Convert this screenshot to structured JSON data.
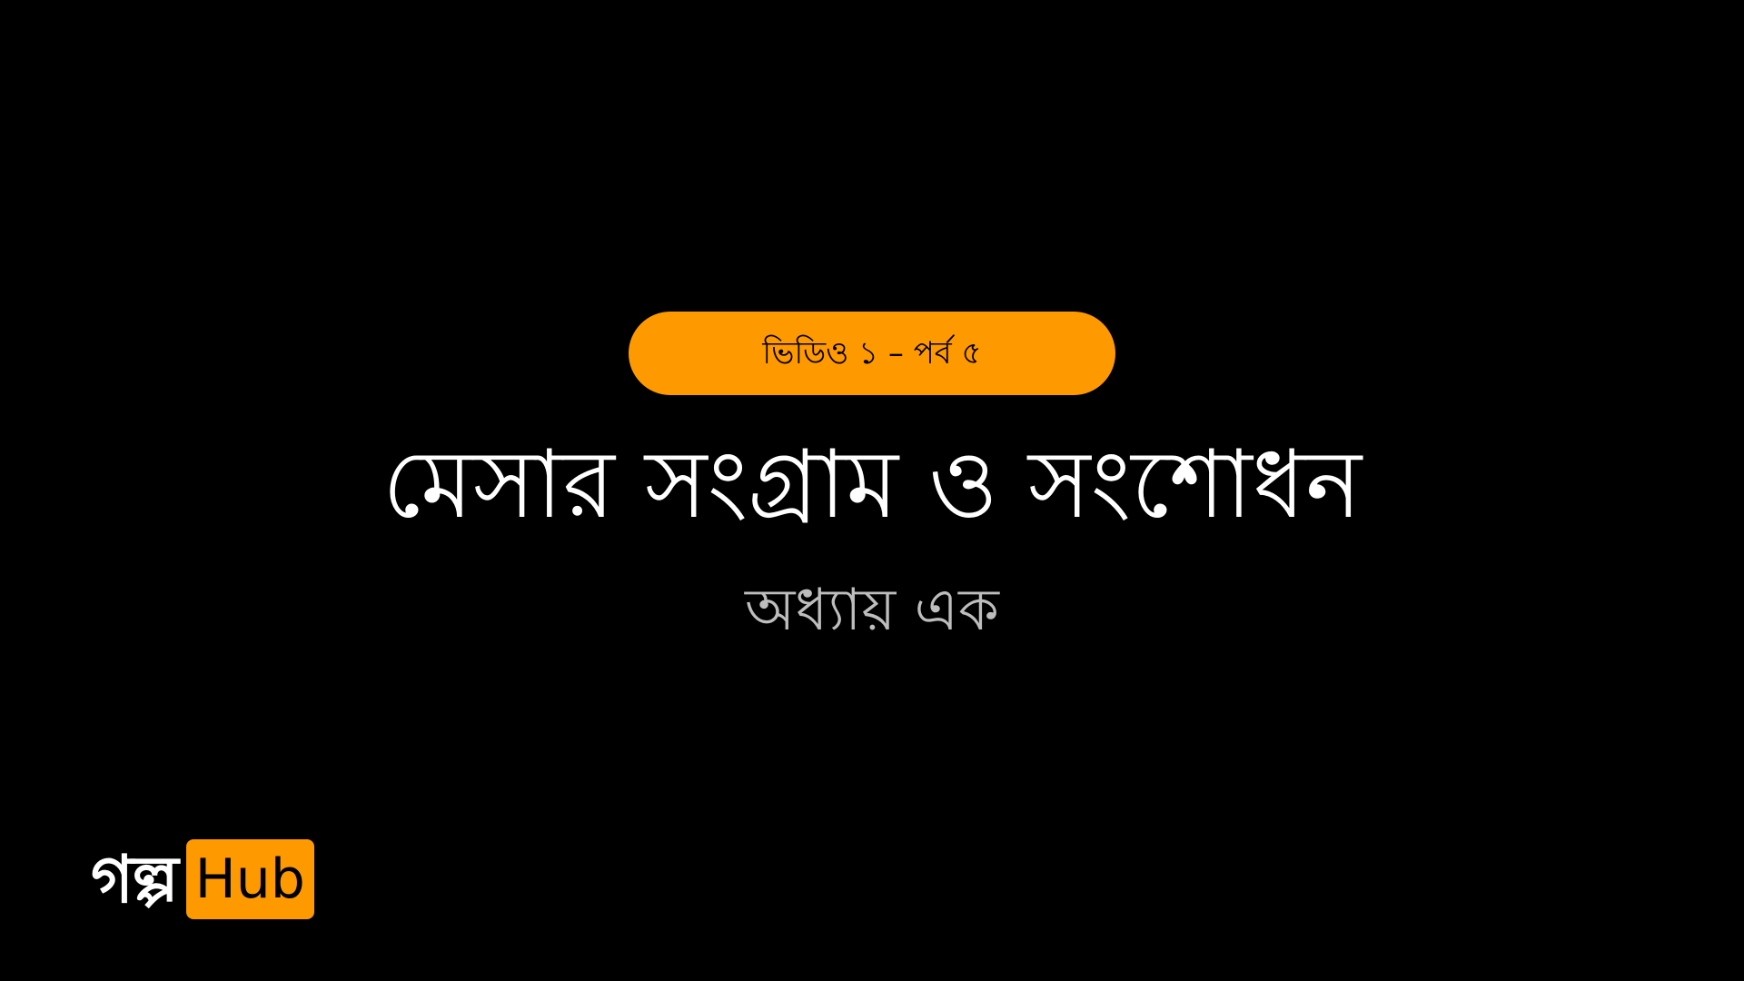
{
  "badge": {
    "label": "ভিডিও ১ – পর্ব ৫"
  },
  "headline": {
    "text": "মেসার সংগ্রাম ও সংশোধন"
  },
  "subtitle": {
    "text": "অধ্যায় এক"
  },
  "logo": {
    "bengali": "গল্প",
    "hub": "Hub"
  },
  "colors": {
    "background": "#000000",
    "accent": "#ff9900",
    "headline": "#ffffff",
    "subtitle": "#bdbdbd"
  }
}
